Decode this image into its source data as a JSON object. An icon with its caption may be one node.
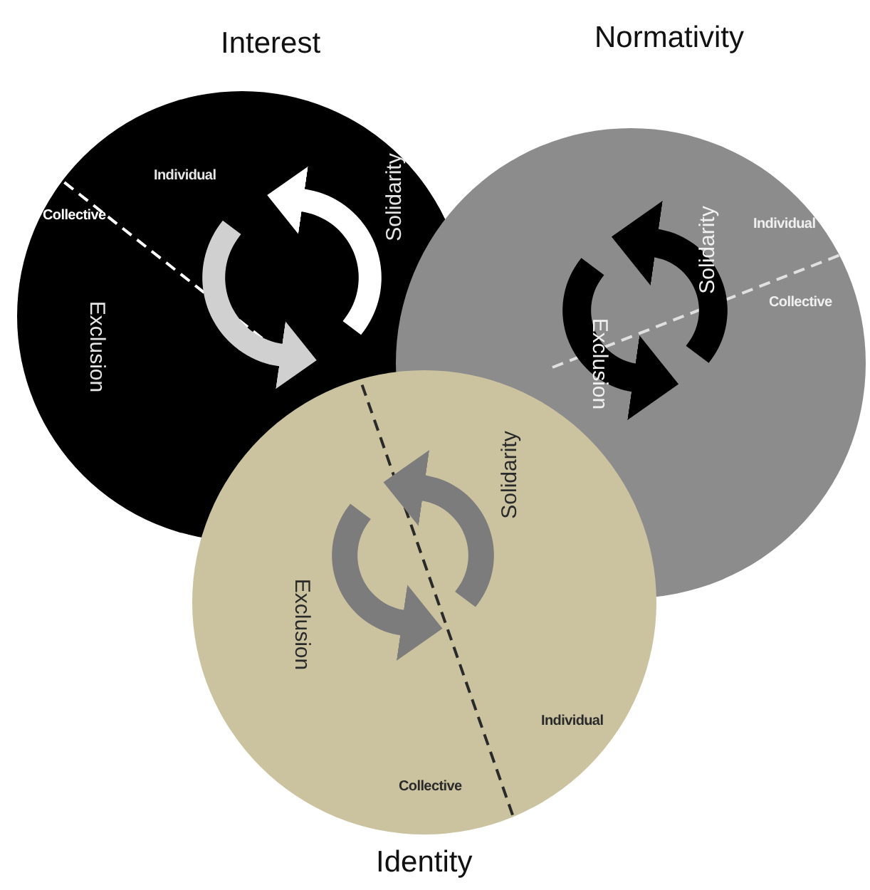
{
  "diagram": {
    "nodes": [
      {
        "text": [
          "Interest",
          "Individual",
          "Collective",
          "Solidarity",
          "Exclusion"
        ]
      },
      {
        "text": [
          "Normativity",
          "Individual",
          "Collective",
          "Solidarity",
          "Exclusion"
        ]
      },
      {
        "text": [
          "Identity",
          "Individual",
          "Collective",
          "Solidarity",
          "Exclusion"
        ]
      }
    ]
  }
}
